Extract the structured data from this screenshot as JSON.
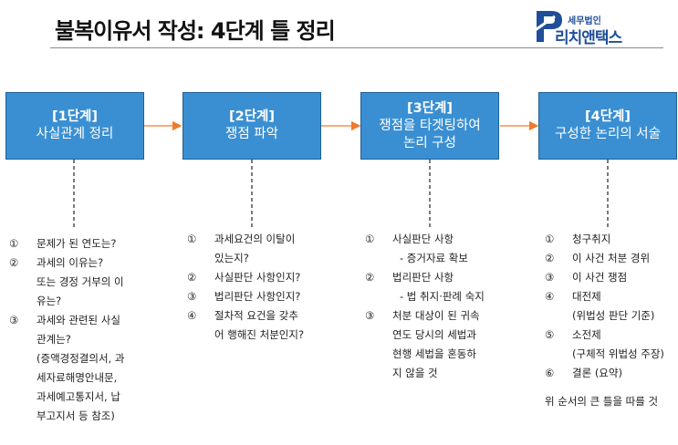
{
  "title": "불복이유서 작성: 4단계 틀 정리",
  "logo": {
    "small_text": "세무법인",
    "big_text": "리치앤택스"
  },
  "colors": {
    "box_fill": "#3a8fd2",
    "box_border": "#1d5f95",
    "arrow": "#f07a2a",
    "logo": "#1f4e9a"
  },
  "steps": [
    {
      "num": "[1단계]",
      "lines": [
        "사실관계 정리"
      ]
    },
    {
      "num": "[2단계]",
      "lines": [
        "쟁점 파악"
      ]
    },
    {
      "num": "[3단계]",
      "lines": [
        "쟁점을 타겟팅하여",
        "논리 구성"
      ]
    },
    {
      "num": "[4단계]",
      "lines": [
        "구성한 논리의 서술"
      ]
    }
  ],
  "columns": [
    {
      "items": [
        {
          "marker": "①",
          "lines": [
            "문제가 된 연도는?"
          ]
        },
        {
          "marker": "②",
          "lines": [
            "과세의 이유는?",
            "또는 경정 거부의 이",
            "유는?"
          ]
        },
        {
          "marker": "③",
          "lines": [
            "과세와 관련된 사실",
            "관계는?",
            "(증액경정결의서, 과",
            "세자료해명안내문,",
            "과세예고통지서, 납",
            "부고지서 등 참조)"
          ]
        }
      ],
      "note": ""
    },
    {
      "items": [
        {
          "marker": "①",
          "lines": [
            "과세요건의 이탈이",
            "있는지?"
          ]
        },
        {
          "marker": "②",
          "lines": [
            "사실판단 사항인지?"
          ]
        },
        {
          "marker": "③",
          "lines": [
            "법리판단 사항인지?"
          ]
        },
        {
          "marker": "④",
          "lines": [
            "절차적 요건을 갖추",
            "어 행해진 처분인지?"
          ]
        }
      ],
      "note": ""
    },
    {
      "items": [
        {
          "marker": "①",
          "lines": [
            "사실판단 사항"
          ],
          "sub": "- 증거자료 확보"
        },
        {
          "marker": "②",
          "lines": [
            "법리판단 사항"
          ],
          "sub": "- 법 취지·판례 숙지"
        },
        {
          "marker": "③",
          "lines": [
            "처분 대상이 된 귀속",
            "연도 당시의 세법과",
            "현행 세법을 혼동하",
            "지 않을 것"
          ]
        }
      ],
      "note": ""
    },
    {
      "items": [
        {
          "marker": "①",
          "lines": [
            "청구취지"
          ]
        },
        {
          "marker": "②",
          "lines": [
            "이 사건 처분 경위"
          ]
        },
        {
          "marker": "③",
          "lines": [
            "이 사건 쟁점"
          ]
        },
        {
          "marker": "④",
          "lines": [
            "대전제",
            "(위법성 판단 기준)"
          ]
        },
        {
          "marker": "⑤",
          "lines": [
            "소전제",
            "(구체적 위법성 주장)"
          ]
        },
        {
          "marker": "⑥",
          "lines": [
            "결론 (요약)"
          ]
        }
      ],
      "note": "위 순서의 큰 틀을 따를 것"
    }
  ]
}
